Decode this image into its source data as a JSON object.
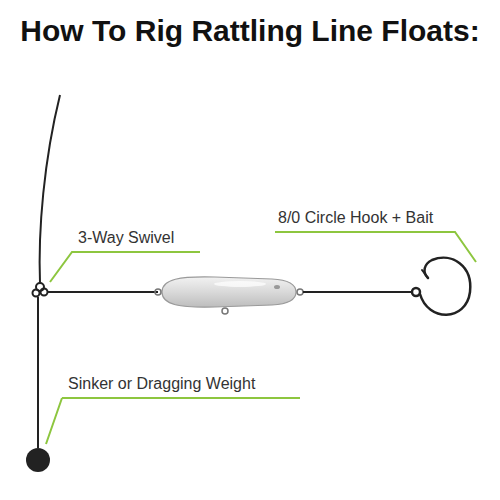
{
  "diagram": {
    "title": "How To Rig Rattling Line Floats:",
    "labels": [
      "3-Way Swivel",
      "8/0 Circle Hook + Bait",
      "Sinker or Dragging Weight"
    ]
  }
}
